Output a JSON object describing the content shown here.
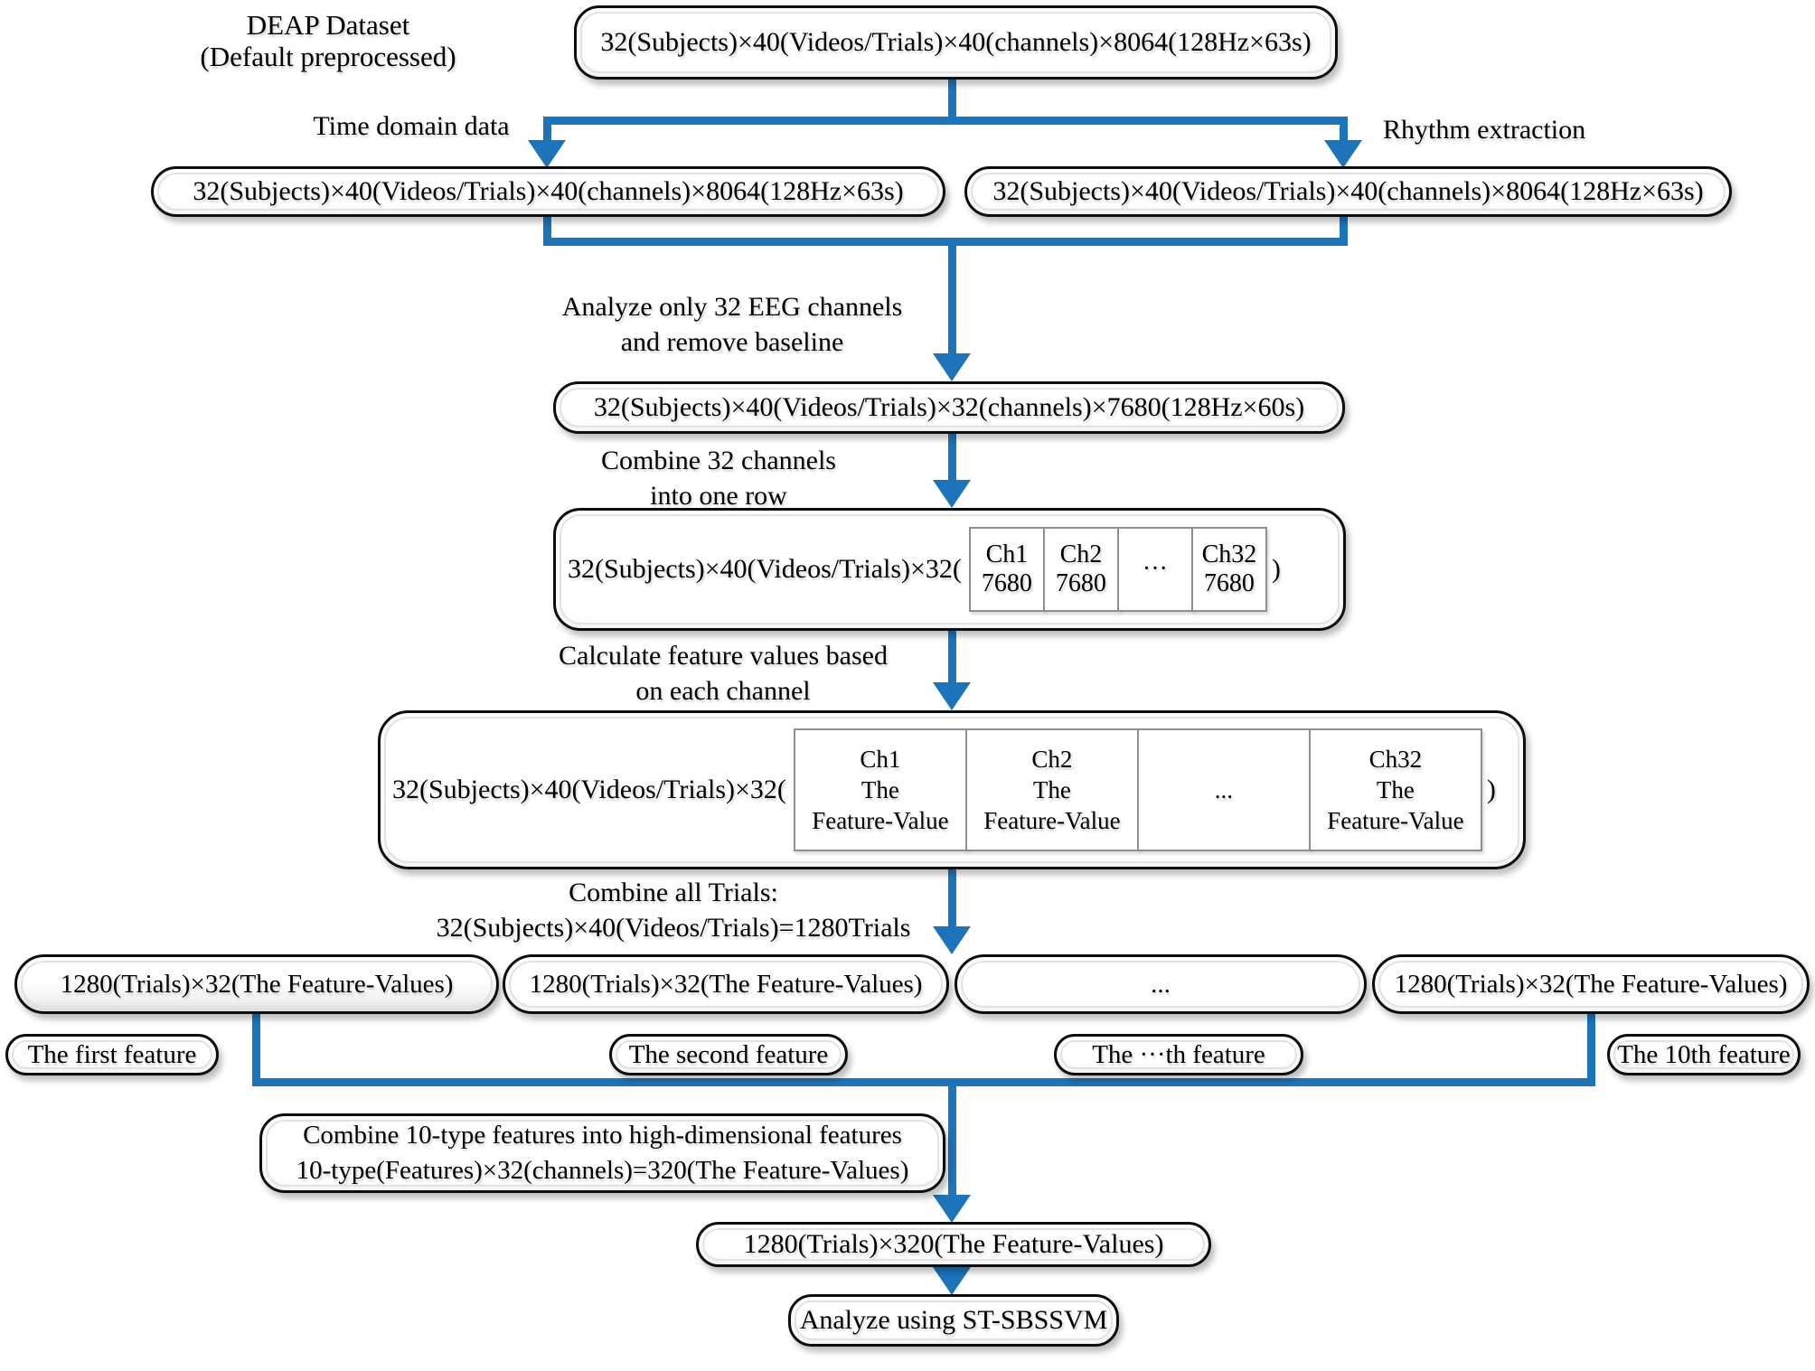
{
  "colors": {
    "arrow": "#1c74ba",
    "border": "#0d0d0d"
  },
  "annotations": {
    "deap_line1": "DEAP Dataset",
    "deap_line2": "(Default preprocessed)",
    "time_domain": "Time domain data",
    "rhythm_extraction": "Rhythm extraction",
    "analyze_line1": "Analyze only 32 EEG channels",
    "analyze_line2": "and remove baseline",
    "combine_channels_line1": "Combine 32 channels",
    "combine_channels_line2": "into one row",
    "calc_line1": "Calculate feature values based",
    "calc_line2": "on each channel",
    "combine_trials_line1": "Combine all Trials:",
    "combine_trials_line2": "32(Subjects)×40(Videos/Trials)=1280Trials"
  },
  "boxes": {
    "source": "32(Subjects)×40(Videos/Trials)×40(channels)×8064(128Hz×63s)",
    "time_domain_data": "32(Subjects)×40(Videos/Trials)×40(channels)×8064(128Hz×63s)",
    "rhythm_data": "32(Subjects)×40(Videos/Trials)×40(channels)×8064(128Hz×63s)",
    "eeg_32ch": "32(Subjects)×40(Videos/Trials)×32(channels)×7680(128Hz×60s)",
    "row_matrix_prefix": "32(Subjects)×40(Videos/Trials)×32(",
    "row_matrix_suffix": ")",
    "feature_matrix_prefix": "32(Subjects)×40(Videos/Trials)×32(",
    "feature_matrix_suffix": ")",
    "combine_features_line1": "Combine 10-type features into high-dimensional features",
    "combine_features_line2": "10-type(Features)×32(channels)=320(The Feature-Values)",
    "final_matrix": "1280(Trials)×320(The Feature-Values)",
    "analyze_final": "Analyze using ST-SBSSVM"
  },
  "channel_row_cells": [
    {
      "line1": "Ch1",
      "line2": "7680"
    },
    {
      "line1": "Ch2",
      "line2": "7680"
    },
    {
      "line1": "···",
      "line2": ""
    },
    {
      "line1": "Ch32",
      "line2": "7680"
    }
  ],
  "feature_cells": [
    {
      "line1": "Ch1",
      "line2": "The",
      "line3": "Feature-Value"
    },
    {
      "line1": "Ch2",
      "line2": "The",
      "line3": "Feature-Value"
    },
    {
      "line1": "...",
      "line2": "",
      "line3": ""
    },
    {
      "line1": "Ch32",
      "line2": "The",
      "line3": "Feature-Value"
    }
  ],
  "trial_boxes": [
    "1280(Trials)×32(The Feature-Values)",
    "1280(Trials)×32(The Feature-Values)",
    "...",
    "1280(Trials)×32(The Feature-Values)"
  ],
  "feature_tags": [
    "The first feature",
    "The second feature",
    "The ···th feature",
    "The 10th feature"
  ]
}
